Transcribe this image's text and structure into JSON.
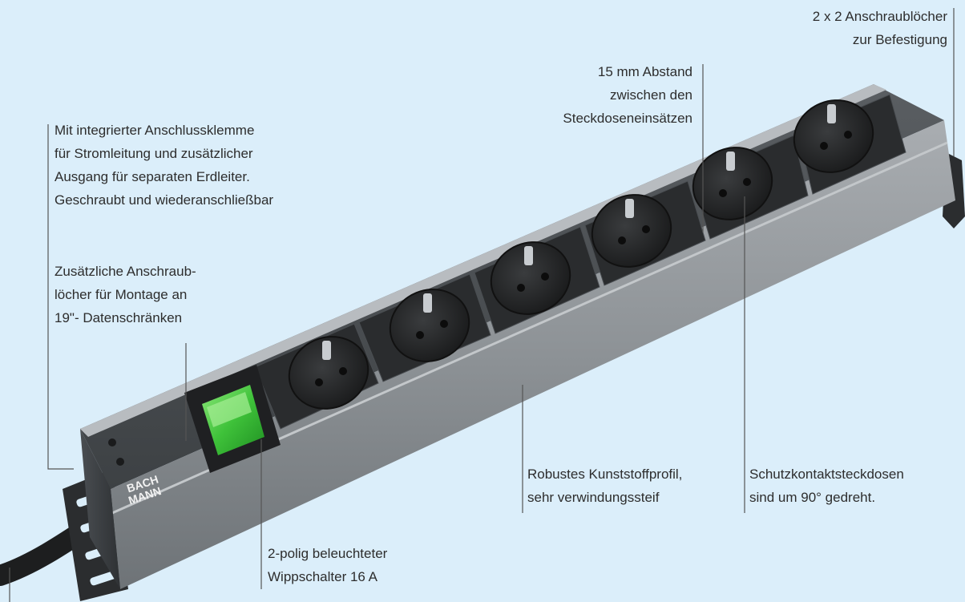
{
  "background_color": "#dbeefa",
  "product": {
    "brand_logo_lines": [
      "BACH",
      "MANN"
    ],
    "socket_count": 6,
    "switch_color": "#3fc23a",
    "housing_color": "#8f9498"
  },
  "annotations": {
    "mounting_holes": [
      "2 x 2 Anschraublöcher",
      "zur Befestigung"
    ],
    "spacing": [
      "15 mm Abstand",
      "zwischen den",
      "Steckdoseneinsätzen"
    ],
    "terminal": [
      "Mit integrierter Anschlussklemme",
      "für Stromleitung und zusätzlicher",
      "Ausgang für separaten Erdleiter.",
      "Geschraubt und wiederanschließbar"
    ],
    "extra_holes": [
      "Zusätzliche Anschraub-",
      "löcher für Montage an",
      "19\"- Datenschränken"
    ],
    "profile": [
      "Robustes Kunststoffprofil,",
      "sehr verwindungssteif"
    ],
    "sockets": [
      "Schutzkontaktsteckdosen",
      "sind um 90° gedreht."
    ],
    "switch": [
      "2-polig beleuchteter",
      "Wippschalter 16 A"
    ]
  }
}
